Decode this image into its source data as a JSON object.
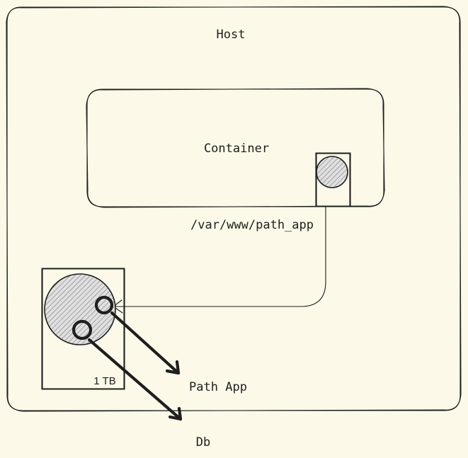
{
  "host": {
    "label": "Host"
  },
  "container": {
    "label": "Container"
  },
  "mount": {
    "path_label": "/var/www/path_app"
  },
  "disk": {
    "size_label": "1 TB"
  },
  "targets": {
    "path_app_label": "Path App",
    "db_label": "Db"
  }
}
